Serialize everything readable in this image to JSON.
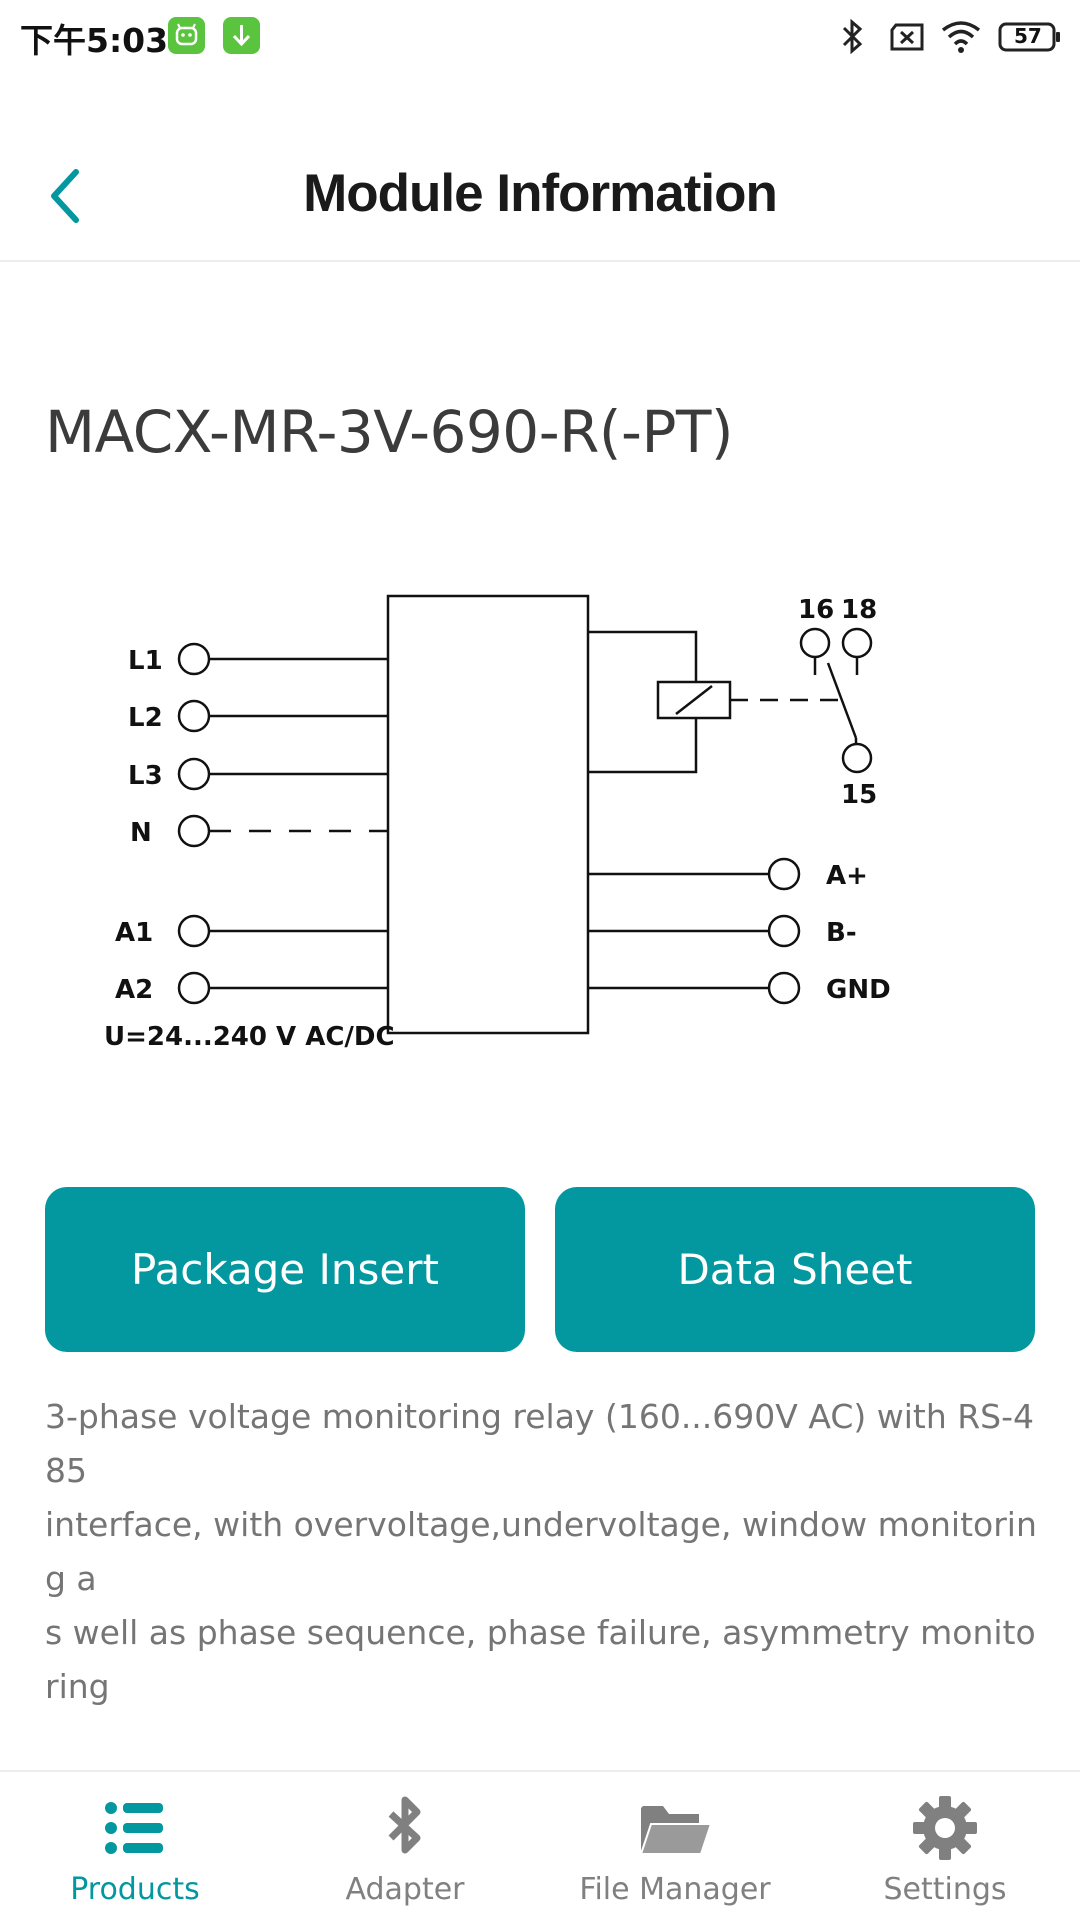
{
  "status_bar": {
    "time": "下午5:03",
    "battery": "57",
    "icons": [
      "android-app-icon",
      "download-icon",
      "bluetooth-icon",
      "no-sim-icon",
      "wifi-icon",
      "battery-icon"
    ]
  },
  "header": {
    "title": "Module Information",
    "back_icon": "chevron-left-icon"
  },
  "module": {
    "name": "MACX-MR-3V-690-R(-PT)"
  },
  "diagram": {
    "left_terminals": [
      "L1",
      "L2",
      "L3",
      "N",
      "A1",
      "A2"
    ],
    "supply_label": "U=24...240 V AC/DC",
    "relay_terminals": [
      "16",
      "18",
      "15"
    ],
    "right_terminals": [
      "A+",
      "B-",
      "GND"
    ]
  },
  "buttons": {
    "package_insert": "Package Insert",
    "data_sheet": "Data Sheet"
  },
  "description": {
    "line1": "3-phase voltage monitoring relay (160...690V AC) with RS-485",
    "line2": "interface, with overvoltage,undervoltage, window monitoring a",
    "line3": "s well as phase sequence, phase failure, asymmetry monitoring"
  },
  "bottom_nav": {
    "items": [
      {
        "label": "Products",
        "icon": "list-icon",
        "active": true
      },
      {
        "label": "Adapter",
        "icon": "bluetooth-icon",
        "active": false
      },
      {
        "label": "File Manager",
        "icon": "folder-icon",
        "active": false
      },
      {
        "label": "Settings",
        "icon": "gear-icon",
        "active": false
      }
    ]
  },
  "colors": {
    "accent": "#03979f",
    "inactive": "#808080",
    "title": "#1a1a1a",
    "description": "#757575"
  }
}
